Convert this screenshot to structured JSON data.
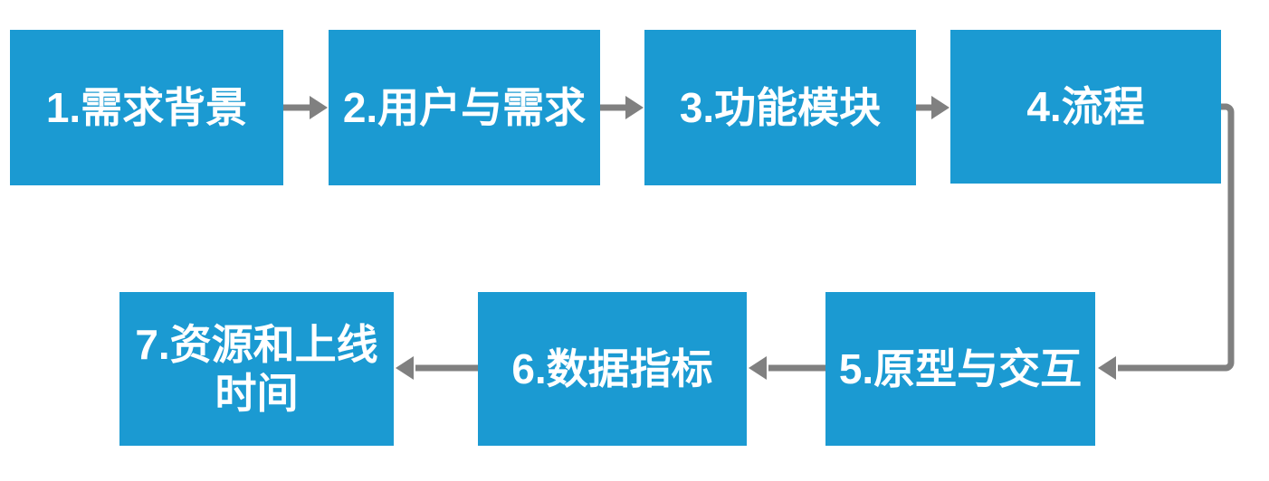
{
  "colors": {
    "box-fill": "#1b9ad2",
    "arrow": "#808080",
    "text-color": "#ffffff",
    "background": "#ffffff"
  },
  "steps": [
    {
      "id": 1,
      "label": "1.需求背景"
    },
    {
      "id": 2,
      "label": "2.用户与需求"
    },
    {
      "id": 3,
      "label": "3.功能模块"
    },
    {
      "id": 4,
      "label": "4.流程"
    },
    {
      "id": 5,
      "label": "5.原型与交互"
    },
    {
      "id": 6,
      "label": "6.数据指标"
    },
    {
      "id": 7,
      "label": "7.资源和上线\n时间"
    }
  ],
  "connections": [
    {
      "from": 1,
      "to": 2
    },
    {
      "from": 2,
      "to": 3
    },
    {
      "from": 3,
      "to": 4
    },
    {
      "from": 4,
      "to": 5
    },
    {
      "from": 5,
      "to": 6
    },
    {
      "from": 6,
      "to": 7
    }
  ]
}
